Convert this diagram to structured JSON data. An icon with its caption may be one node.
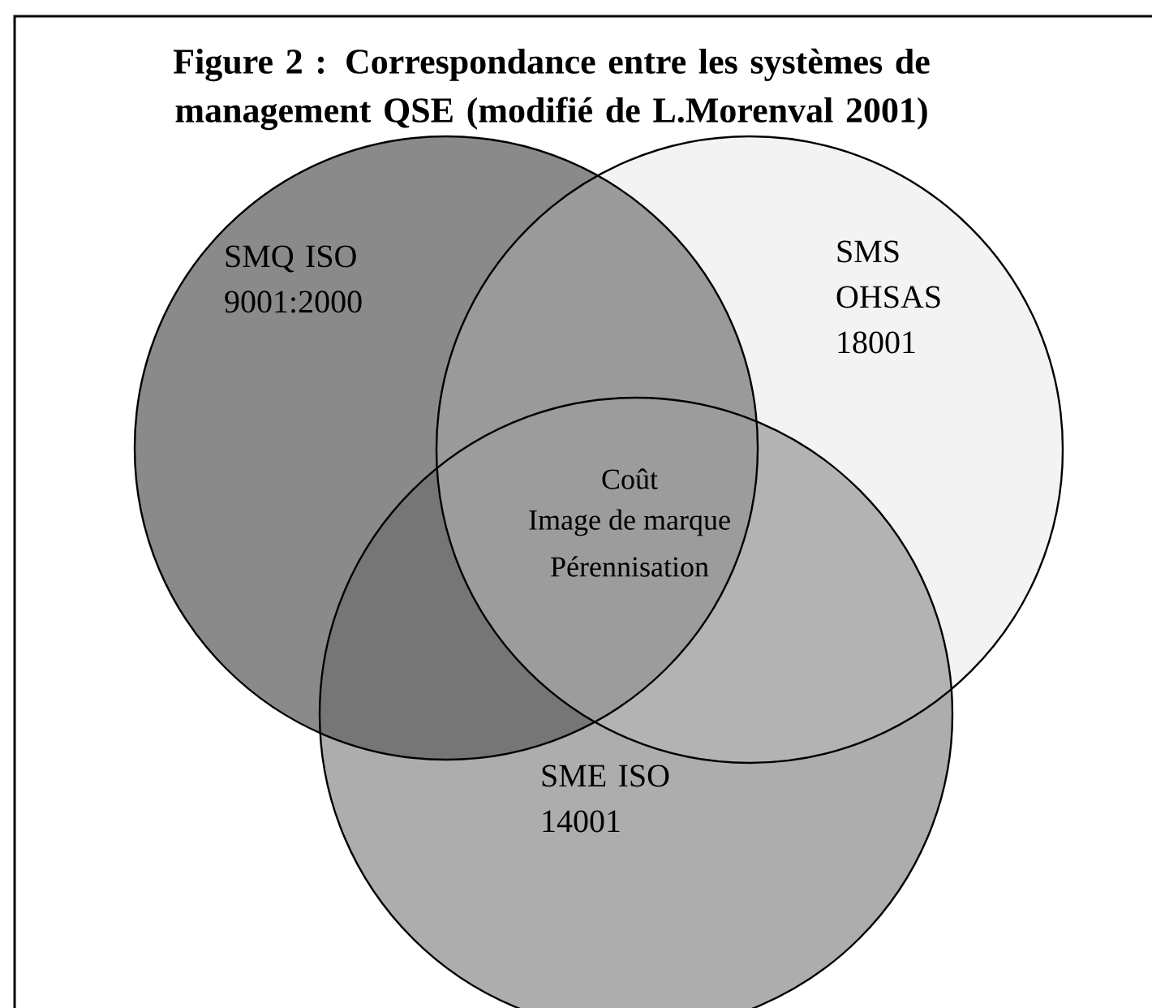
{
  "diagram": {
    "title": "Figure 2 : Correspondance entre les systèmes de management QSE (modifié de L.Morenval 2001)",
    "nodes": [
      {
        "text": [
          "SMQ ISO 9001:2000"
        ]
      },
      {
        "text": [
          "SMS OHSAS 18001"
        ]
      },
      {
        "text": [
          "SME ISO 14001"
        ]
      }
    ],
    "labels": [
      "Coût",
      "Image de marque",
      "Pérennisation"
    ]
  }
}
